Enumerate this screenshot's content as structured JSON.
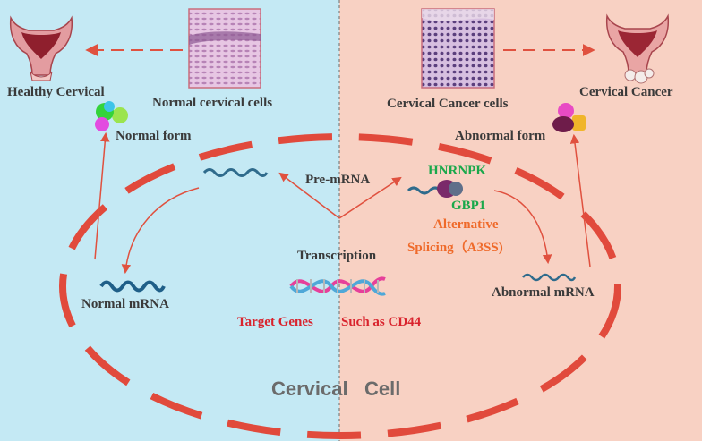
{
  "labels": {
    "healthy_cervical": "Healthy Cervical",
    "normal_cells": "Normal cervical cells",
    "cancer_cells": "Cervical Cancer cells",
    "cervical_cancer": "Cervical Cancer",
    "normal_form": "Normal form",
    "abnormal_form": "Abnormal form",
    "pre_mrna": "Pre-mRNA",
    "hnrnpk": "HNRNPK",
    "gbp1": "GBP1",
    "alternative": "Alternative",
    "splicing": "Splicing（A3SS)",
    "transcription": "Transcription",
    "normal_mrna": "Normal mRNA",
    "abnormal_mrna": "Abnormal mRNA",
    "target_genes": "Target  Genes",
    "such_as": "Such as CD44",
    "cell": "Cervical   Cell"
  },
  "colors": {
    "left_bg": "#c4e9f4",
    "right_bg": "#f8d1c3",
    "cell_membrane": "#e14a3c",
    "arrow": "#e0513f",
    "rna": "#2f6b8c",
    "green_text": "#1aa84b",
    "orange_text": "#ef6a2a",
    "red_text": "#d9232d"
  },
  "icons": [
    "uterus-icon",
    "tissue-micrograph-icon",
    "protein-complex-icon",
    "rna-strand-icon",
    "dna-helix-icon"
  ]
}
